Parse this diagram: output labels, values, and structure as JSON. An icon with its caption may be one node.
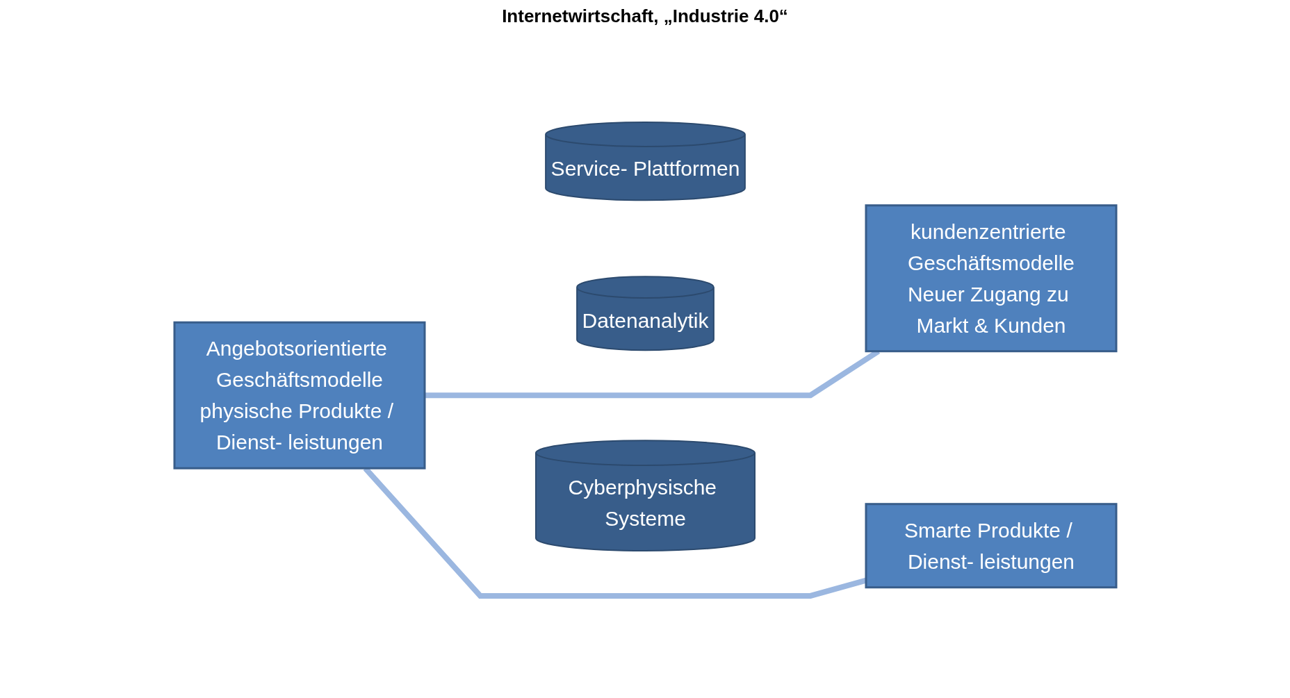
{
  "diagram": {
    "nodes": [
      {
        "text": [
          "Angebotsorientierte Geschäftsmodelle",
          "physische Produkte / Dienst- leistungen"
        ]
      },
      {
        "text": [
          "Service- Plattformen"
        ]
      },
      {
        "text": [
          "Datenanalytik"
        ]
      },
      {
        "text": [
          "Cyberphysische Systeme"
        ]
      },
      {
        "text": [
          "kundenzentrierte Geschäftsmodelle",
          "Neuer Zugang zu Markt & Kunden"
        ]
      },
      {
        "text": [
          "Smarte Produkte / Dienst- leistungen"
        ]
      }
    ],
    "edges": [
      {
        "from": 0,
        "to": 4,
        "arrow": "none"
      },
      {
        "from": 0,
        "to": 5,
        "arrow": "none"
      }
    ],
    "labels": [
      "Internetwirtschaft, „Industrie 4.0“"
    ]
  }
}
